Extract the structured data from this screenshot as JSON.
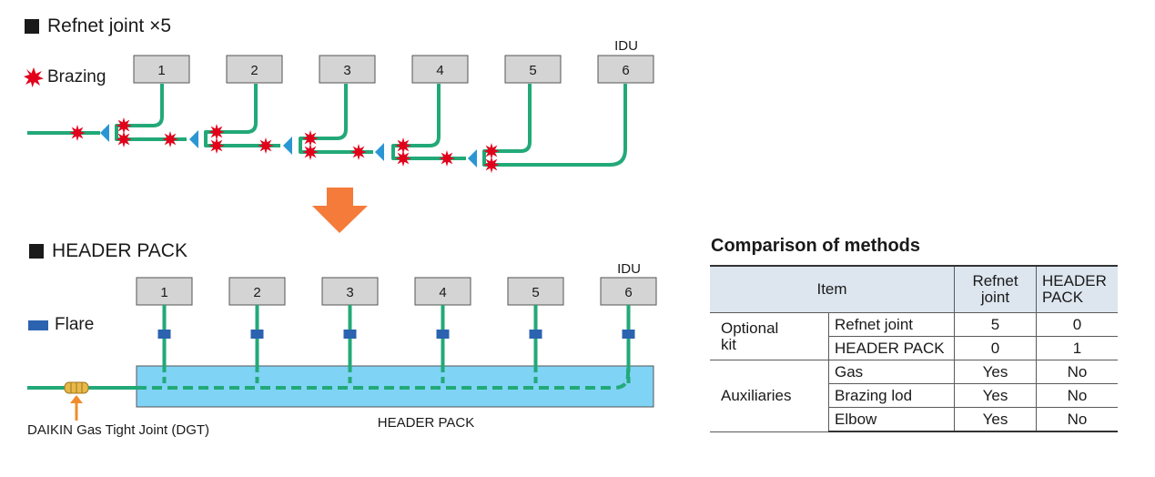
{
  "refnet": {
    "title": "Refnet joint ×5",
    "brazing_label": "Brazing",
    "idu_label": "IDU",
    "units": [
      "1",
      "2",
      "3",
      "4",
      "5",
      "6"
    ]
  },
  "header_pack": {
    "title": "HEADER PACK",
    "flare_label": "Flare",
    "idu_label": "IDU",
    "units": [
      "1",
      "2",
      "3",
      "4",
      "5",
      "6"
    ],
    "box_label": "HEADER PACK",
    "dgt_label": "DAIKIN Gas Tight Joint (DGT)"
  },
  "comparison": {
    "title": "Comparison of methods",
    "header": {
      "item": "Item",
      "col1": "Refnet\njoint",
      "col2": "HEADER\nPACK"
    },
    "groups": [
      {
        "name": "Optional\nkit",
        "rows": [
          {
            "item": "Refnet joint",
            "v1": "5",
            "v2": "0"
          },
          {
            "item": "HEADER PACK",
            "v1": "0",
            "v2": "1"
          }
        ]
      },
      {
        "name": "Auxiliaries",
        "rows": [
          {
            "item": "Gas",
            "v1": "Yes",
            "v2": "No"
          },
          {
            "item": "Brazing lod",
            "v1": "Yes",
            "v2": "No"
          },
          {
            "item": "Elbow",
            "v1": "Yes",
            "v2": "No"
          }
        ]
      }
    ]
  },
  "colors": {
    "pipe": "#22a978",
    "brazing": "#e3001b",
    "refnet_joint": "#2a96d4",
    "flare": "#2c63b0",
    "header_box": "#7fd3f5",
    "arrow": "#f47b3a",
    "dgt_arrow": "#f18c2c",
    "unit_box": "#d4d4d4",
    "table_header": "#dde6ef"
  }
}
